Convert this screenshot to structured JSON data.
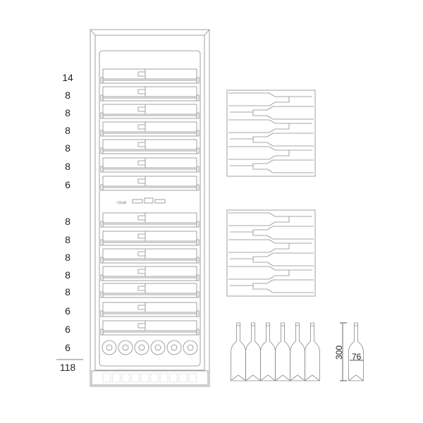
{
  "diagram": {
    "shelf_capacities_upper": [
      "14",
      "8",
      "8",
      "8",
      "8",
      "8",
      "6"
    ],
    "shelf_capacities_lower": [
      "8",
      "8",
      "8",
      "8",
      "8",
      "6",
      "6",
      "6"
    ],
    "total_capacity": "118",
    "bottle_height_label": "300",
    "bottle_diameter_label": "76",
    "standing_bottles_count": 6,
    "line_color": "#8a8a8a"
  }
}
